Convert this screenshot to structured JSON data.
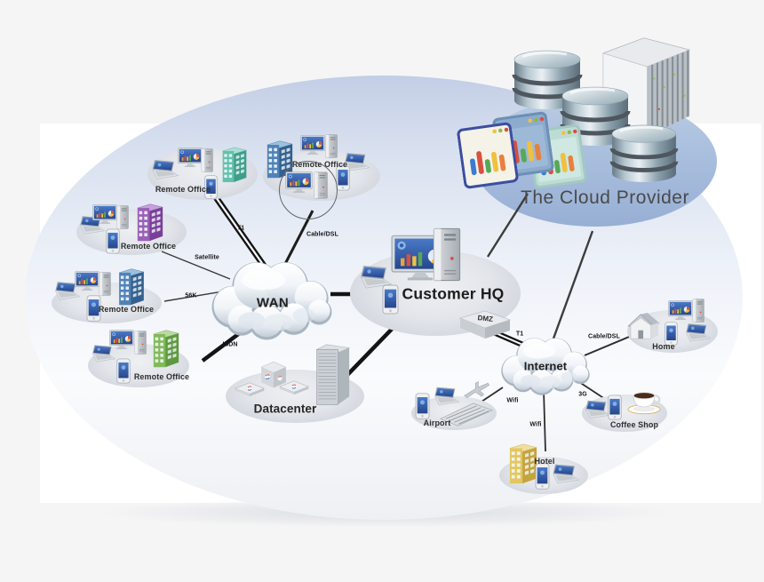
{
  "nodes": {
    "cloud_provider": {
      "label": "The Cloud Provider"
    },
    "wan": {
      "label": "WAN"
    },
    "customer_hq": {
      "label": "Customer HQ"
    },
    "internet": {
      "label": "Internet"
    },
    "datacenter": {
      "label": "Datacenter"
    },
    "dmz": {
      "label": "DMZ"
    },
    "remote_offices": [
      {
        "label": "Remote Office"
      },
      {
        "label": "Remote Office"
      },
      {
        "label": "Remote Office"
      },
      {
        "label": "Remote Office"
      },
      {
        "label": "Remote Office"
      }
    ],
    "home": {
      "label": "Home"
    },
    "airport": {
      "label": "Airport"
    },
    "hotel": {
      "label": "Hotel"
    },
    "coffee_shop": {
      "label": "Coffee Shop"
    }
  },
  "links": {
    "wan_t1": {
      "label": "T1"
    },
    "wan_cable_dsl": {
      "label": "Cable/DSL"
    },
    "wan_satellite": {
      "label": "Satellite"
    },
    "wan_56k": {
      "label": "56K"
    },
    "wan_isdn": {
      "label": "ISDN"
    },
    "dmz_t1": {
      "label": "T1"
    },
    "home_cable_dsl": {
      "label": "Cable/DSL"
    },
    "coffee_3g": {
      "label": "3G"
    },
    "airport_wifi": {
      "label": "Wifi"
    },
    "hotel_wifi": {
      "label": "Wifi"
    }
  },
  "colors": {
    "provider_ellipse": "#a9bedd",
    "diagram_ellipse": "#ccd7ea",
    "screen_blue": "#3a62b0",
    "line_dark": "#1c1c1c"
  }
}
